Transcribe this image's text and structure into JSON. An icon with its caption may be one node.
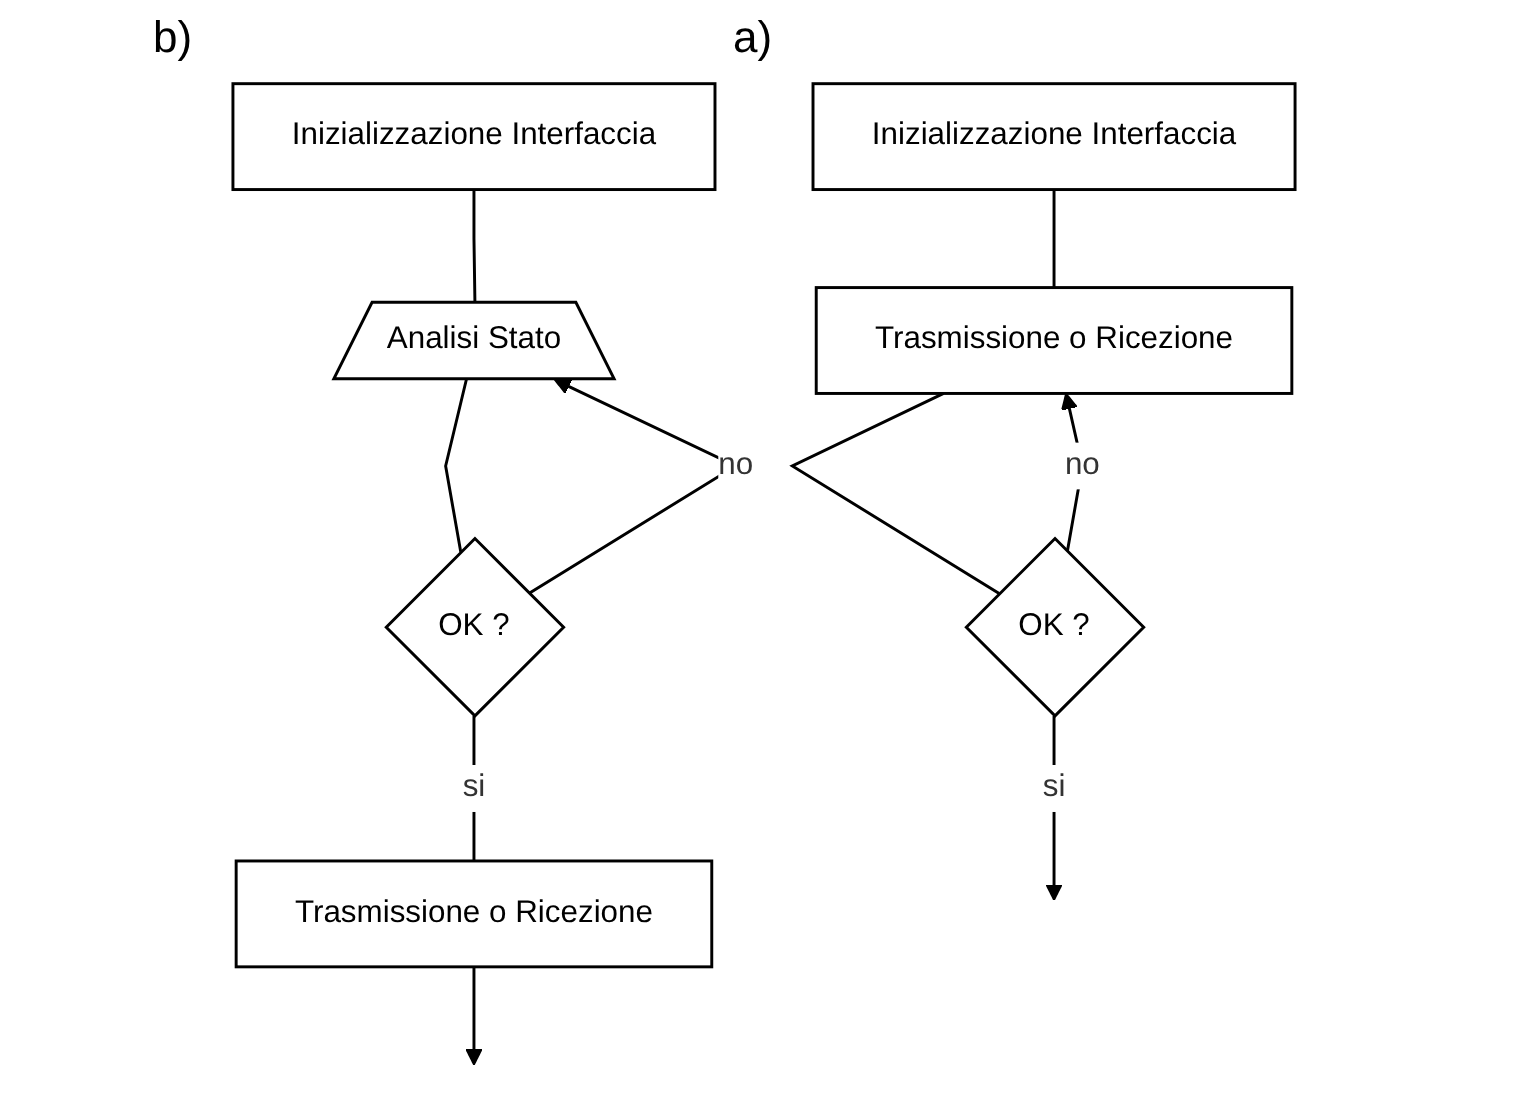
{
  "diagram": {
    "nodes": [
      {
        "text": [
          "Inizializzazione Interfaccia"
        ]
      },
      {
        "text": [
          "Trasmissione o Ricezione"
        ]
      },
      {
        "text": [
          "OK ?"
        ]
      },
      {
        "text": [
          "Inizializzazione Interfaccia"
        ]
      },
      {
        "text": [
          "Analisi Stato"
        ]
      },
      {
        "text": [
          "OK ?"
        ]
      },
      {
        "text": [
          "Trasmissione o Ricezione"
        ]
      }
    ],
    "edges": [
      {
        "from": 0,
        "to": 1,
        "arrow": "none"
      },
      {
        "from": 2,
        "to": 1,
        "arrow": "to",
        "label": "no"
      },
      {
        "from": 1,
        "to": 2,
        "arrow": "none"
      },
      {
        "from": 2,
        "to": null,
        "arrow": "to",
        "label": "si"
      },
      {
        "from": 3,
        "to": 4,
        "arrow": "none"
      },
      {
        "from": 5,
        "to": 4,
        "arrow": "to",
        "label": "no"
      },
      {
        "from": 4,
        "to": 5,
        "arrow": "none"
      },
      {
        "from": 5,
        "to": 6,
        "arrow": "none",
        "label": "si"
      },
      {
        "from": 6,
        "to": null,
        "arrow": "to"
      }
    ],
    "labels": [
      "a)",
      "b)"
    ]
  }
}
